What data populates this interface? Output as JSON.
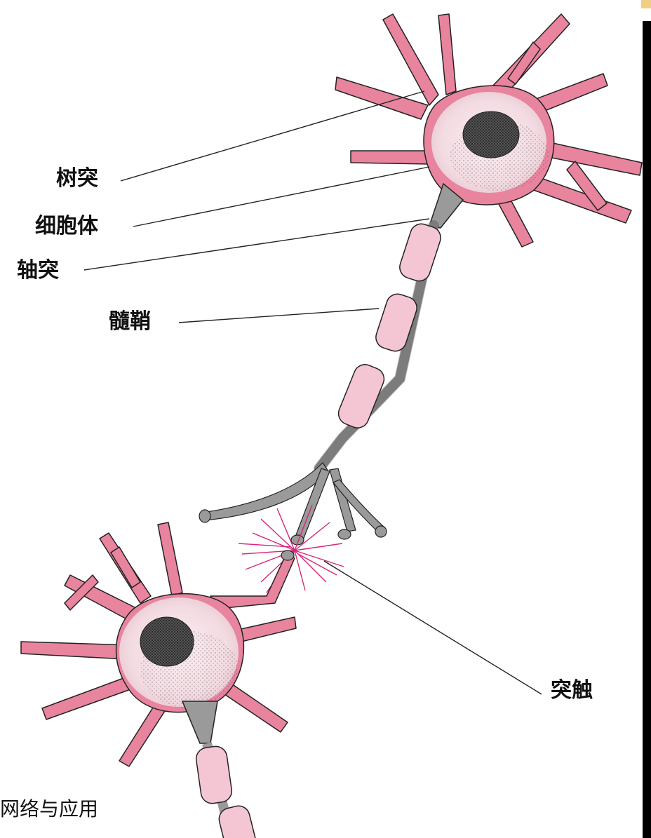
{
  "labels": {
    "dendrite": "树突",
    "soma": "细胞体",
    "axon": "轴突",
    "myelin": "髓鞘",
    "synapse": "突触"
  },
  "footer_text": "网络与应用",
  "colors": {
    "membrane_pink": "#e8849e",
    "cytoplasm_pink": "#f7dbe3",
    "sheath_pink": "#f4c6d3",
    "axon_gray": "#9a9a9a",
    "spark_magenta": "#d6277a",
    "outline": "#222222",
    "right_edge_bar": "#000000"
  }
}
